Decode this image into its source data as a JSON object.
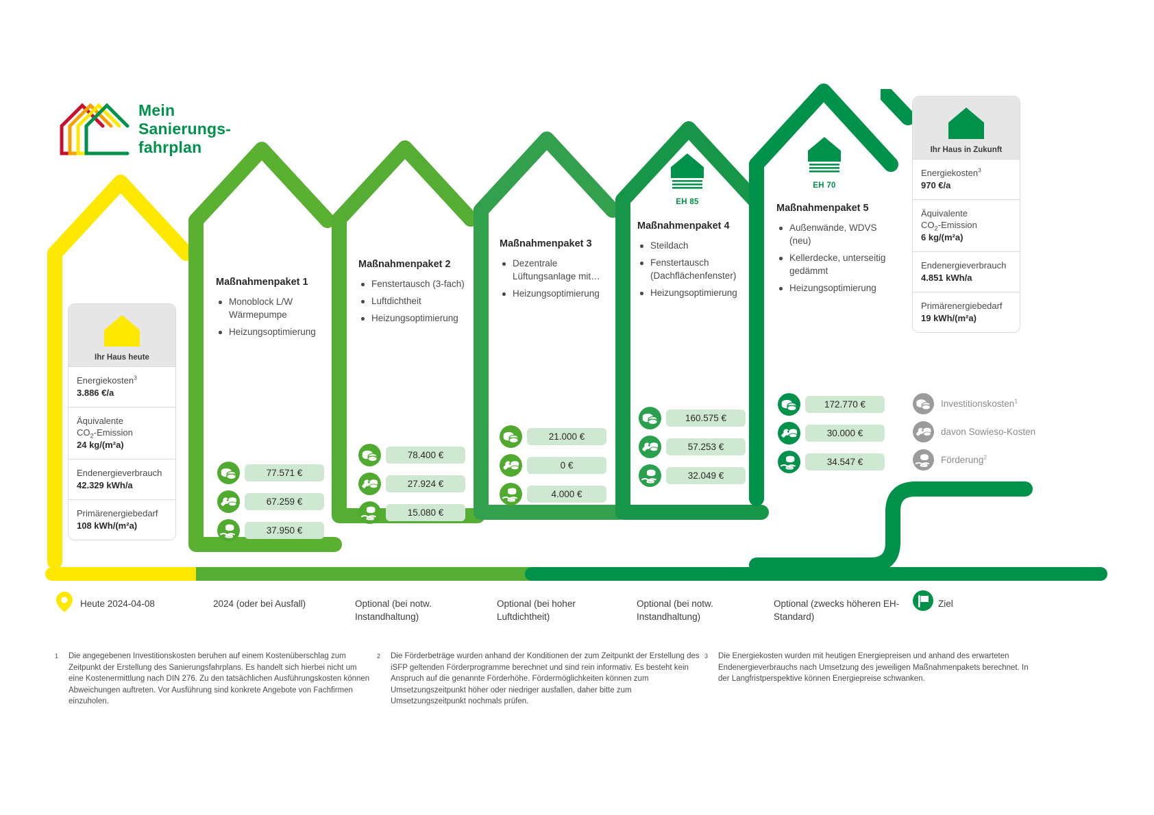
{
  "logo": {
    "text": "Mein\nSanierungs-\nfahrplan",
    "colors": [
      "#c8102e",
      "#f5a200",
      "#ffe800",
      "#00924a"
    ]
  },
  "colors": {
    "green_dark": "#00924a",
    "green_mid": "#3aa03a",
    "green_light": "#5ab031",
    "yellow": "#ffe800",
    "pill_bg": "#cfe8d2",
    "grey_icon": "#9b9b9b",
    "card_header": "#e6e6e6"
  },
  "today_card": {
    "title": "Ihr Haus heute",
    "icon": "house-icon-yellow",
    "rows": [
      {
        "label": "Energiekosten",
        "sup": "3",
        "value": "3.886 €/a"
      },
      {
        "label": "Äquivalente CO₂-Emission",
        "value": "24 kg/(m²a)"
      },
      {
        "label": "Endenergieverbrauch",
        "value": "42.329 kWh/a"
      },
      {
        "label": "Primärenergiebedarf",
        "value": "108 kWh/(m²a)"
      }
    ]
  },
  "future_card": {
    "title": "Ihr Haus in Zukunft",
    "icon": "house-icon-green",
    "rows": [
      {
        "label": "Energiekosten",
        "sup": "3",
        "value": "970 €/a"
      },
      {
        "label": "Äquivalente CO₂-Emission",
        "value": "6 kg/(m²a)"
      },
      {
        "label": "Endenergieverbrauch",
        "value": "4.851 kWh/a"
      },
      {
        "label": "Primärenergiebedarf",
        "value": "19 kWh/(m²a)"
      }
    ]
  },
  "packages": [
    {
      "title": "Maßnahmenpaket 1",
      "measures": [
        "Monoblock L/W Wärmepumpe",
        "Heizungsoptimierung"
      ],
      "costs": [
        {
          "icon": "coins-icon",
          "value": "77.571 €"
        },
        {
          "icon": "wrench-coins-icon",
          "value": "67.259 €"
        },
        {
          "icon": "hand-coins-icon",
          "value": "37.950 €"
        }
      ],
      "eh": null
    },
    {
      "title": "Maßnahmenpaket 2",
      "measures": [
        "Fenstertausch (3-fach)",
        "Luftdichtheit",
        "Heizungsoptimierung"
      ],
      "costs": [
        {
          "icon": "coins-icon",
          "value": "78.400 €"
        },
        {
          "icon": "wrench-coins-icon",
          "value": "27.924 €"
        },
        {
          "icon": "hand-coins-icon",
          "value": "15.080 €"
        }
      ],
      "eh": null
    },
    {
      "title": "Maßnahmenpaket 3",
      "measures": [
        "Dezentrale Lüftungsanlage mit…",
        "Heizungsoptimierung"
      ],
      "costs": [
        {
          "icon": "coins-icon",
          "value": "21.000 €"
        },
        {
          "icon": "wrench-coins-icon",
          "value": "0 €"
        },
        {
          "icon": "hand-coins-icon",
          "value": "4.000 €"
        }
      ],
      "eh": null
    },
    {
      "title": "Maßnahmenpaket 4",
      "measures": [
        "Steildach",
        "Fenstertausch (Dachflächenfenster)",
        "Heizungsoptimierung"
      ],
      "costs": [
        {
          "icon": "coins-icon",
          "value": "160.575 €"
        },
        {
          "icon": "wrench-coins-icon",
          "value": "57.253 €"
        },
        {
          "icon": "hand-coins-icon",
          "value": "32.049 €"
        }
      ],
      "eh": "EH 85"
    },
    {
      "title": "Maßnahmenpaket 5",
      "measures": [
        "Außenwände, WDVS (neu)",
        "Kellerdecke, unterseitig gedämmt",
        "Heizungsoptimierung"
      ],
      "costs": [
        {
          "icon": "coins-icon",
          "value": "172.770 €"
        },
        {
          "icon": "wrench-coins-icon",
          "value": "30.000 €"
        },
        {
          "icon": "hand-coins-icon",
          "value": "34.547 €"
        }
      ],
      "eh": "EH 70"
    }
  ],
  "legend": [
    {
      "icon": "coins-icon-grey",
      "label": "Investitionskosten",
      "sup": "1"
    },
    {
      "icon": "wrench-coins-icon-grey",
      "label": "davon Sowieso-Kosten",
      "sup": ""
    },
    {
      "icon": "hand-coins-icon-grey",
      "label": "Förderung",
      "sup": "2"
    }
  ],
  "timeline": {
    "start_icon": "map-pin-icon",
    "end_icon": "flag-icon",
    "start_label": "Heute 2024-04-08",
    "end_label": "Ziel",
    "steps": [
      "2024 (oder bei Ausfall)",
      "Optional (bei notw. Instandhaltung)",
      "Optional (bei hoher Luftdichtheit)",
      "Optional (bei notw. Instandhaltung)",
      "Optional (zwecks höheren EH-Standard)"
    ]
  },
  "footnotes": [
    {
      "num": "1",
      "text": "Die angegebenen Investitionskosten beruhen auf einem Kostenüberschlag zum Zeitpunkt der Erstellung des Sanierungsfahrplans. Es handelt sich hierbei nicht um eine Kostenermittlung nach DIN 276. Zu den tatsächlichen Ausführungskosten können Abweichungen auftreten. Vor Ausführung sind konkrete Angebote von Fachfirmen einzuholen."
    },
    {
      "num": "2",
      "text": "Die Förderbeträge wurden anhand der Konditionen der zum Zeitpunkt der Erstellung des iSFP geltenden Förderprogramme berechnet und sind rein informativ. Es besteht kein Anspruch auf die genannte Förderhöhe. Fördermöglichkeiten können zum Umsetzungszeitpunkt höher oder niedriger ausfallen, daher bitte zum Umsetzungszeitpunkt nochmals prüfen."
    },
    {
      "num": "3",
      "text": "Die Energiekosten wurden mit heutigen Energiepreisen und anhand des erwarteten Endenergieverbrauchs nach Umsetzung des jeweiligen Maßnahmenpakets berechnet. In der Langfristperspektive können Energiepreise schwanken."
    }
  ]
}
